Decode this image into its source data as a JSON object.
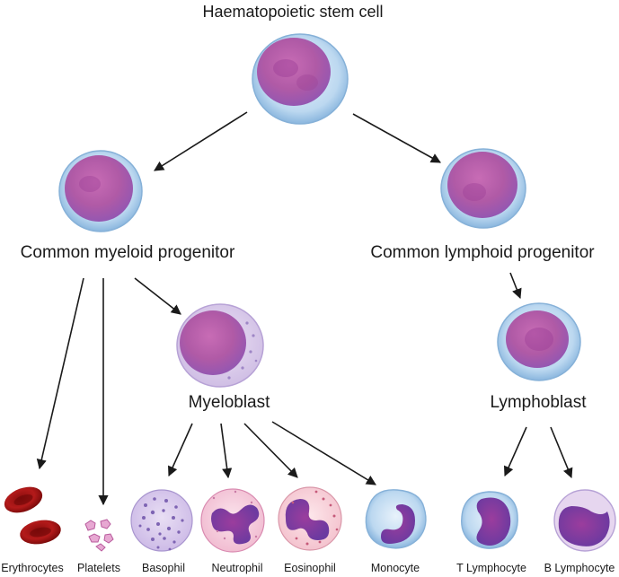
{
  "title": "Haematopoietic stem cell",
  "progenitors": {
    "myeloid": "Common myeloid progenitor",
    "lymphoid": "Common lymphoid progenitor"
  },
  "blasts": {
    "myeloblast": "Myeloblast",
    "lymphoblast": "Lymphoblast"
  },
  "mature_cells": [
    "Erythrocytes",
    "Platelets",
    "Basophil",
    "Neutrophil",
    "Eosinophil",
    "Monocyte",
    "T Lymphocyte",
    "B Lymphocyte"
  ],
  "colors": {
    "nucleus": "#b0509e",
    "membrane": "#a9cbe8",
    "erythrocyte": "#b01818",
    "platelet": "#d77fb8",
    "arrow": "#1a1a1a"
  }
}
